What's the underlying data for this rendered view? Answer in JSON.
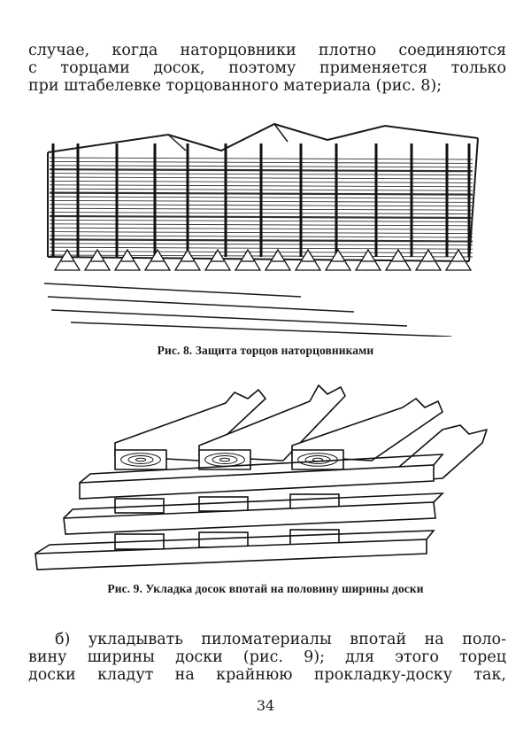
{
  "top_paragraph": {
    "lines": [
      "случае, когда наторцовники плотно соединяются",
      "с торцами досок, поэтому применяется только",
      "при штабелевке торцованного материала (рис. 8);"
    ]
  },
  "figure8": {
    "caption": "Рис. 8. Защита торцов наторцовниками"
  },
  "figure9": {
    "caption": "Рис. 9. Укладка досок впотай на половину ширины доски"
  },
  "bottom_paragraph": {
    "lines": [
      "б) укладывать пиломатериалы впотай на поло-",
      "вину ширины доски (рис. 9); для этого торец",
      "доски кладут на крайнюю прокладку-доску так,"
    ]
  },
  "page_number": "34"
}
